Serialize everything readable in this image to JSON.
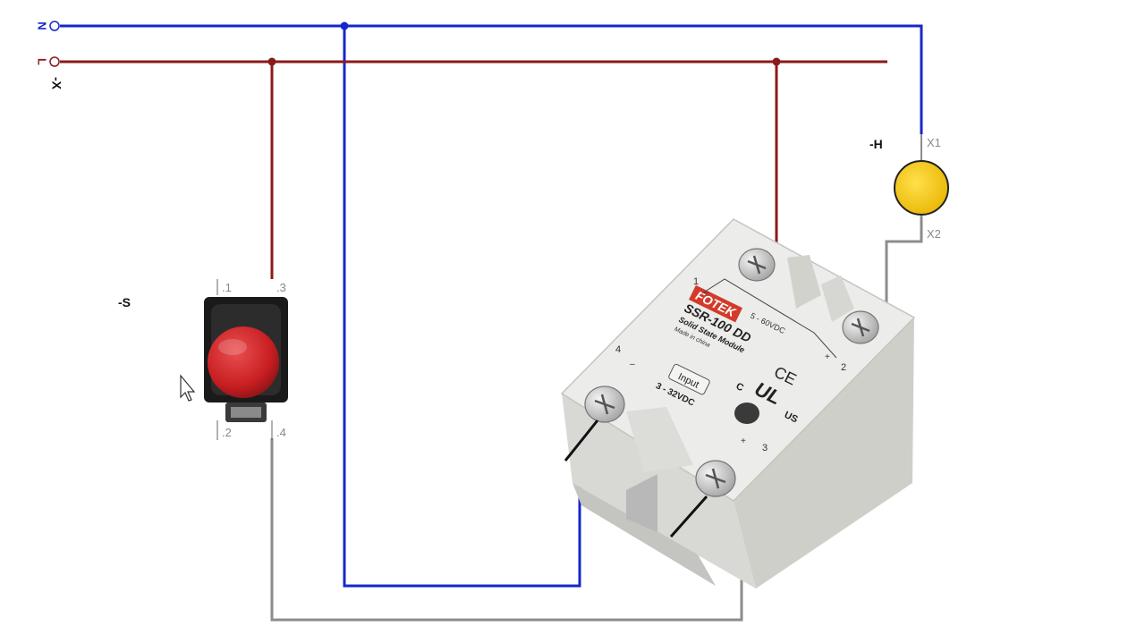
{
  "terminals": {
    "neutral": "N",
    "line": "L",
    "terminal_block": "-X"
  },
  "devices": {
    "switch": {
      "tag": "-S",
      "pins": [
        ".1",
        ".2",
        ".3",
        ".4"
      ]
    },
    "lamp": {
      "tag": "-H",
      "pins": [
        "X1",
        "X2"
      ]
    },
    "relay": {
      "brand": "FOTEK",
      "model": "SSR-100 DD",
      "subtitle": "Solid State Module",
      "origin": "Made in china",
      "output_range": "5 - 60VDC",
      "input_label": "Input",
      "input_range": "3 - 32VDC",
      "mark_ce": "CE",
      "mark_c": "C",
      "mark_ul": "UL",
      "mark_us": "US",
      "terminals": [
        "1",
        "2",
        "3",
        "4"
      ],
      "polarity": [
        "+",
        "–",
        "+",
        "–"
      ]
    }
  },
  "colors": {
    "neutral_wire": "#1428c8",
    "line_wire": "#8b1a1a",
    "control_wire": "#8c8c8c",
    "lamp": "#f4c400",
    "button": "#d0282a",
    "relay_body": "#e8e8e4"
  },
  "icons": [
    "mouse-pointer-icon",
    "screw-icon"
  ]
}
